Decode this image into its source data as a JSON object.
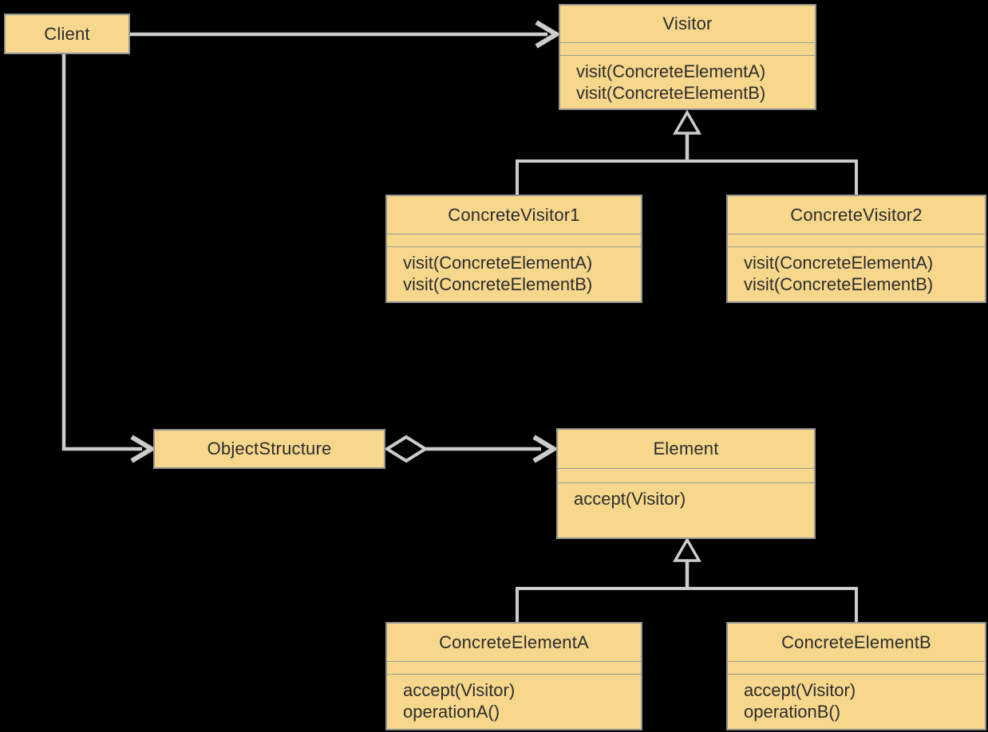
{
  "diagram": {
    "kind": "uml-class-diagram",
    "pattern": "Visitor"
  },
  "colors": {
    "background": "#000000",
    "class_fill": "#F6D78C",
    "class_border": "#959595",
    "compartment_divider": "#9A9A9A",
    "connector": "#CCCCCC",
    "text": "#2D2D2D"
  },
  "classes": {
    "client": {
      "name": "Client"
    },
    "visitor": {
      "name": "Visitor",
      "methods": [
        "visit(ConcreteElementA)",
        "visit(ConcreteElementB)"
      ]
    },
    "concrete_visitor_1": {
      "name": "ConcreteVisitor1",
      "methods": [
        "visit(ConcreteElementA)",
        "visit(ConcreteElementB)"
      ]
    },
    "concrete_visitor_2": {
      "name": "ConcreteVisitor2",
      "methods": [
        "visit(ConcreteElementA)",
        "visit(ConcreteElementB)"
      ]
    },
    "object_structure": {
      "name": "ObjectStructure"
    },
    "element": {
      "name": "Element",
      "methods": [
        "accept(Visitor)"
      ]
    },
    "concrete_element_a": {
      "name": "ConcreteElementA",
      "methods": [
        "accept(Visitor)",
        "operationA()"
      ]
    },
    "concrete_element_b": {
      "name": "ConcreteElementB",
      "methods": [
        "accept(Visitor)",
        "operationB()"
      ]
    }
  },
  "relationships": [
    {
      "from": "Client",
      "to": "Visitor",
      "type": "directed-association"
    },
    {
      "from": "Client",
      "to": "ObjectStructure",
      "type": "directed-association"
    },
    {
      "from": "ObjectStructure",
      "to": "Element",
      "type": "aggregation-directed"
    },
    {
      "from": "ConcreteVisitor1",
      "to": "Visitor",
      "type": "generalization"
    },
    {
      "from": "ConcreteVisitor2",
      "to": "Visitor",
      "type": "generalization"
    },
    {
      "from": "ConcreteElementA",
      "to": "Element",
      "type": "generalization"
    },
    {
      "from": "ConcreteElementB",
      "to": "Element",
      "type": "generalization"
    }
  ]
}
